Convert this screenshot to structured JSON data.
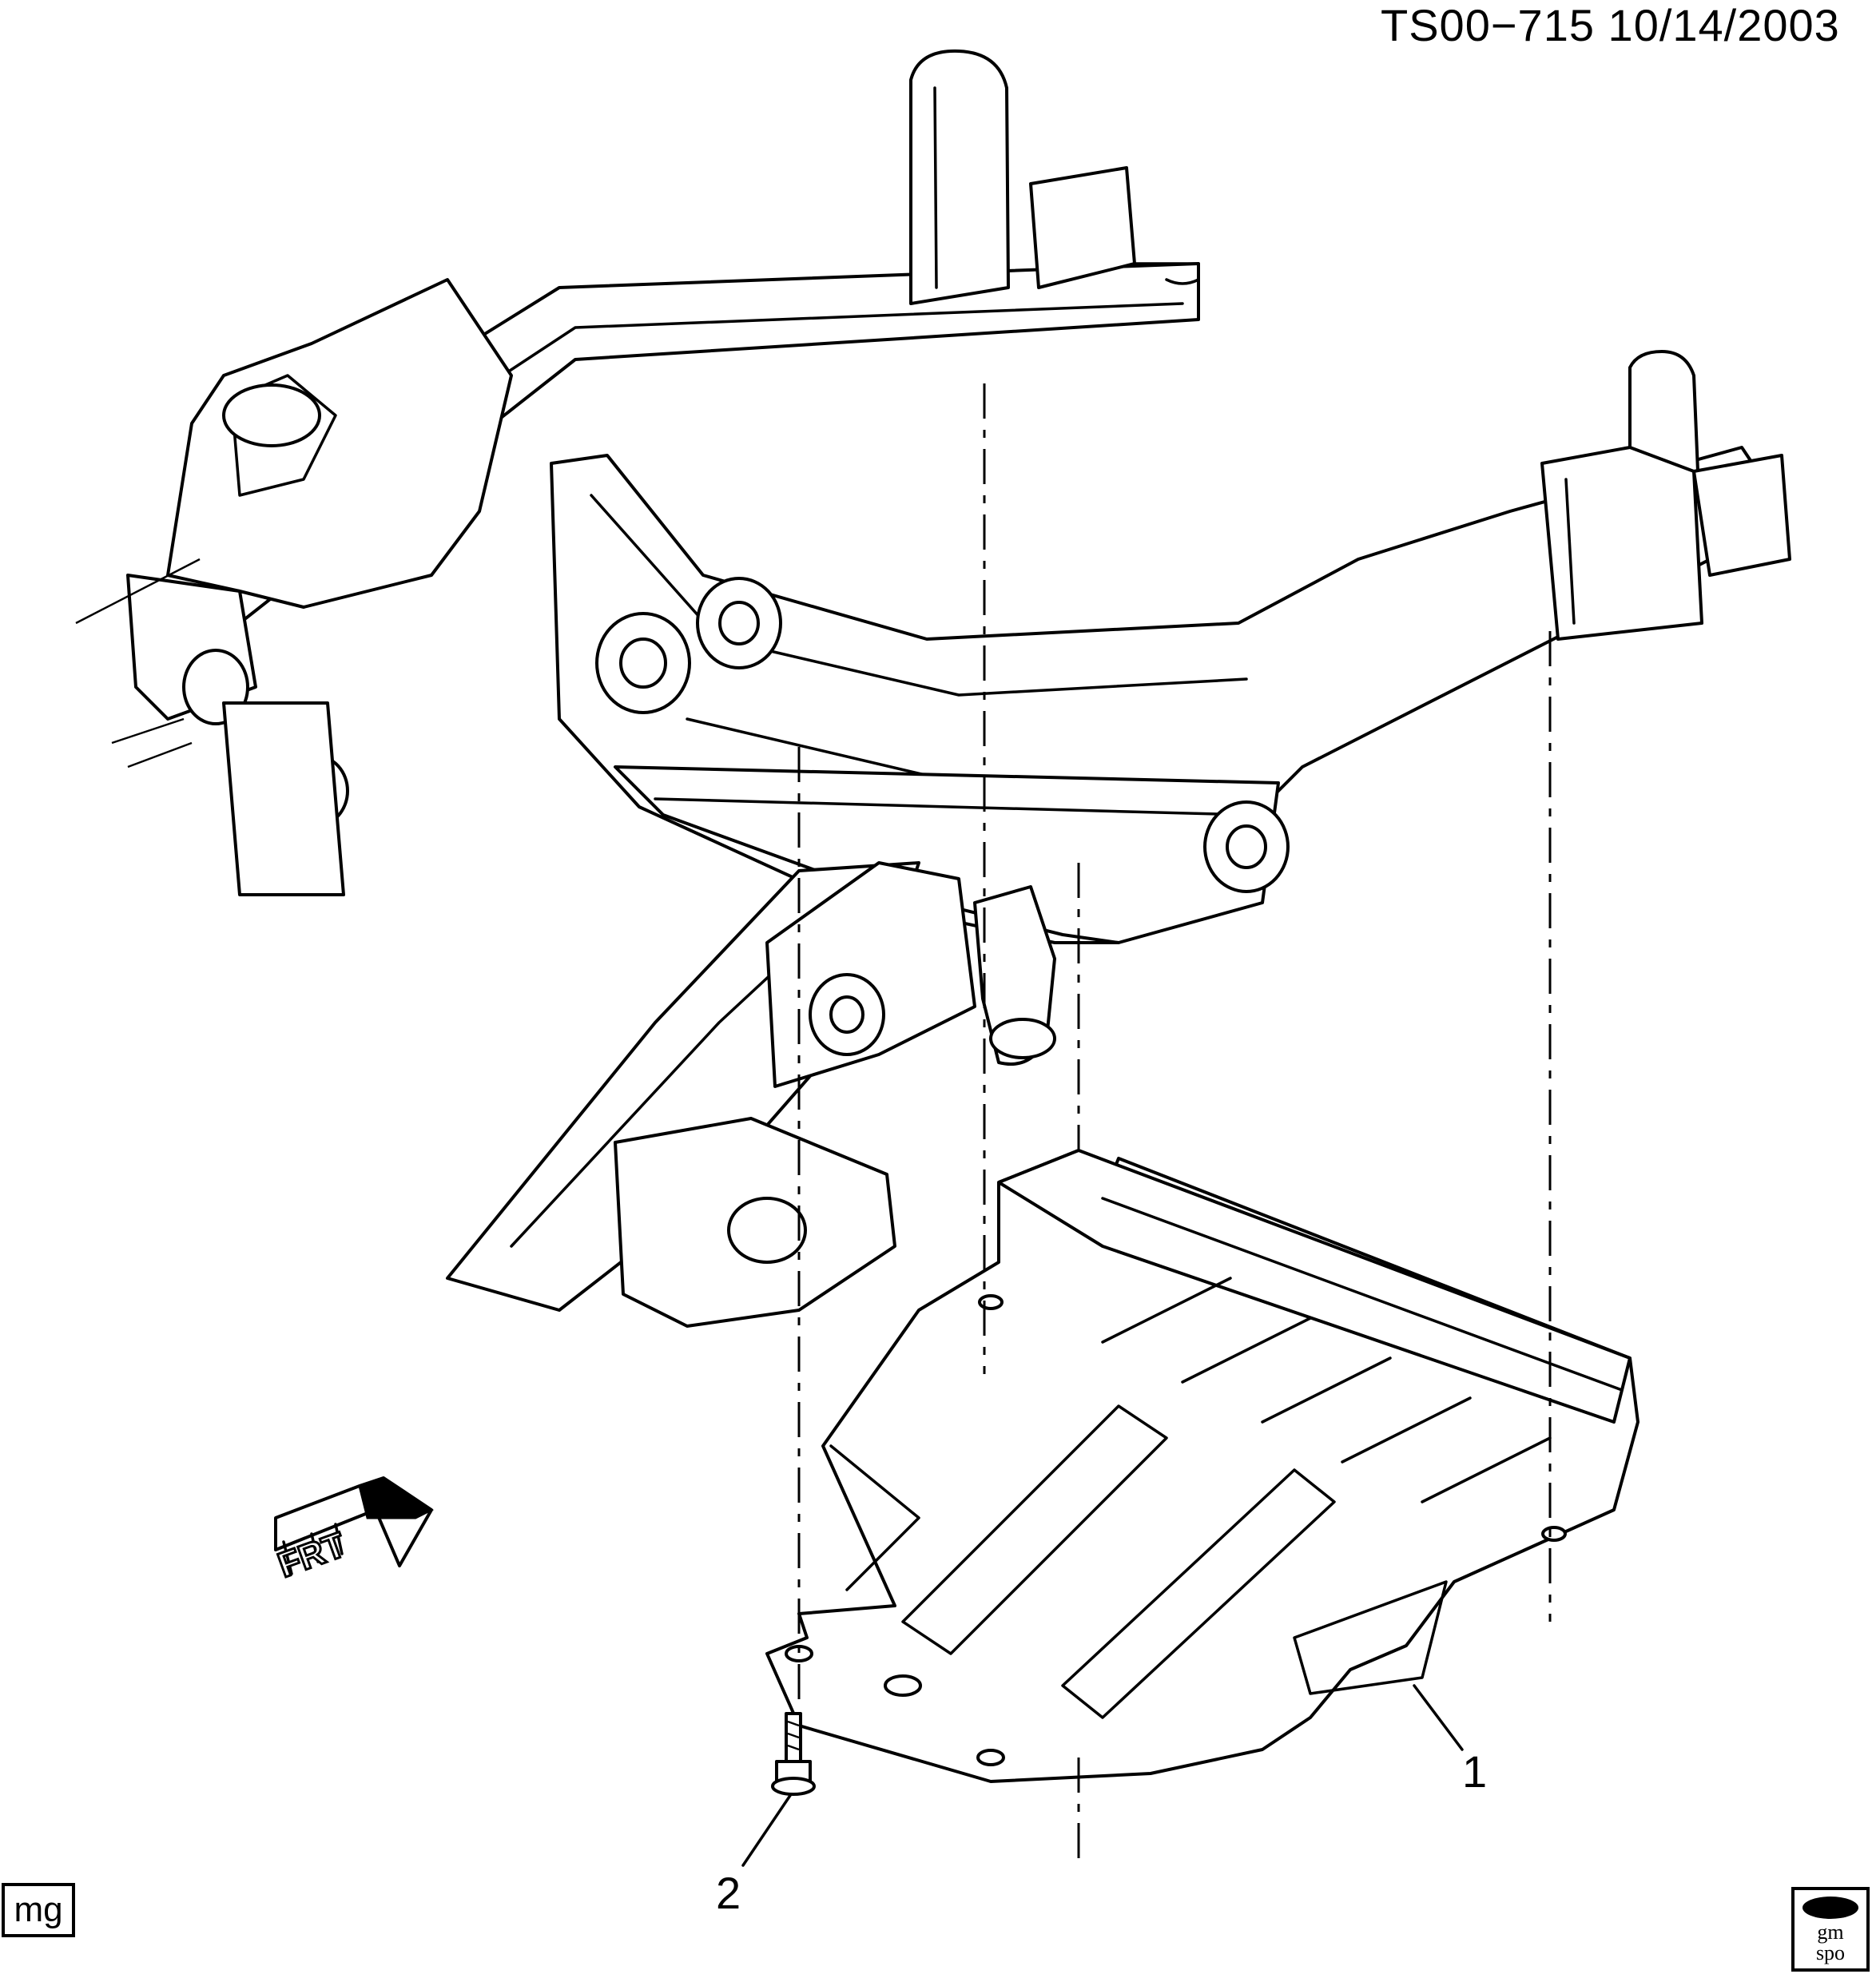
{
  "header": {
    "drawing_id": "TS00−715  10/14/2003"
  },
  "callouts": [
    {
      "number": "1",
      "part": "shield-panel"
    },
    {
      "number": "2",
      "part": "bolt"
    }
  ],
  "badges": {
    "left": "mg",
    "right_line1": "gm",
    "right_line2": "spo"
  },
  "direction_marker": {
    "label": "FRT",
    "icon": "front-arrow-icon"
  }
}
